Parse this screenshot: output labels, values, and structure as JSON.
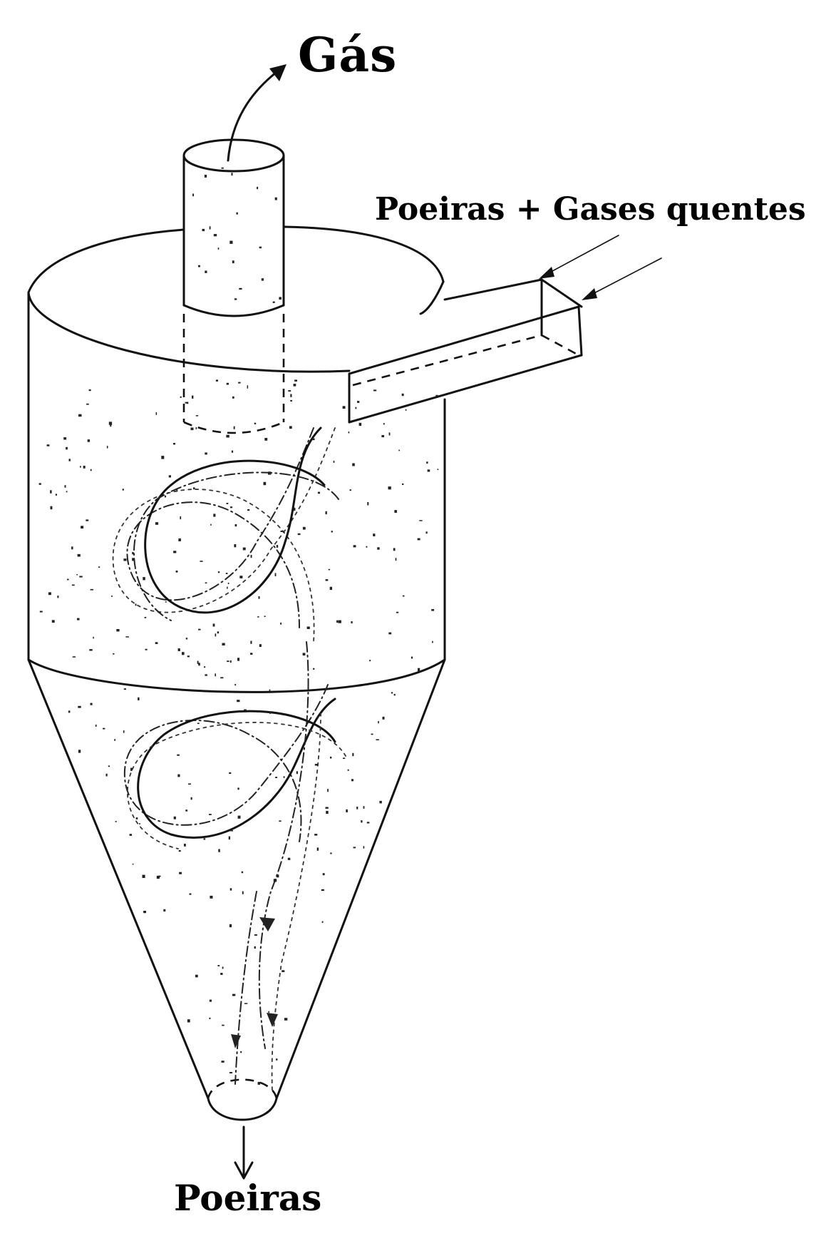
{
  "labels": {
    "gas_outlet": "Gás",
    "inlet": "Poeiras + Gases quentes",
    "dust_outlet": "Poeiras"
  },
  "colors": {
    "ink": "#111111",
    "background": "#ffffff"
  }
}
